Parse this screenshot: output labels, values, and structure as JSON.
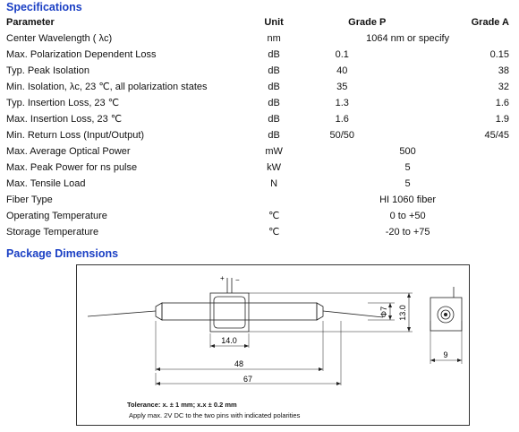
{
  "specifications": {
    "heading": "Specifications",
    "columns": {
      "parameter": "Parameter",
      "unit": "Unit",
      "grade_p": "Grade P",
      "grade_a": "Grade A"
    },
    "rows": [
      {
        "parameter": "Center Wavelength ( λc)",
        "unit": "nm",
        "combined": "1064 nm or specify"
      },
      {
        "parameter": "Max. Polarization Dependent Loss",
        "unit": "dB",
        "grade_p": "0.1",
        "grade_a": "0.15"
      },
      {
        "parameter": "Typ. Peak Isolation",
        "unit": "dB",
        "grade_p": "40",
        "grade_a": "38"
      },
      {
        "parameter": "Min. Isolation, λc, 23 ℃, all polarization states",
        "unit": "dB",
        "grade_p": "35",
        "grade_a": "32"
      },
      {
        "parameter": "Typ. Insertion Loss, 23 ℃",
        "unit": "dB",
        "grade_p": "1.3",
        "grade_a": "1.6"
      },
      {
        "parameter": "Max. Insertion Loss, 23 ℃",
        "unit": "dB",
        "grade_p": "1.6",
        "grade_a": "1.9"
      },
      {
        "parameter": "Min. Return Loss (Input/Output)",
        "unit": "dB",
        "grade_p": "50/50",
        "grade_a": "45/45"
      },
      {
        "parameter": "Max. Average Optical Power",
        "unit": "mW",
        "combined": "500"
      },
      {
        "parameter": "Max. Peak Power for ns pulse",
        "unit": "kW",
        "combined": "5"
      },
      {
        "parameter": "Max. Tensile Load",
        "unit": "N",
        "combined": "5"
      },
      {
        "parameter": "Fiber Type",
        "unit": "",
        "combined": "HI 1060 fiber"
      },
      {
        "parameter": "Operating Temperature",
        "unit": "℃",
        "combined": "0 to +50"
      },
      {
        "parameter": "Storage Temperature",
        "unit": "℃",
        "combined": "-20 to +75"
      }
    ]
  },
  "package": {
    "heading": "Package Dimensions",
    "labels": {
      "plus": "+",
      "minus": "−",
      "dim_14": "14.0",
      "dim_48": "48",
      "dim_67": "67",
      "dim_phi7": "Φ7",
      "dim_13": "13.0",
      "dim_9": "9"
    },
    "notes": {
      "tolerance": "Tolerance: x. ± 1 mm; x.x ± 0.2 mm",
      "voltage": "Apply max. 2V DC to the two pins with indicated polarities"
    }
  }
}
